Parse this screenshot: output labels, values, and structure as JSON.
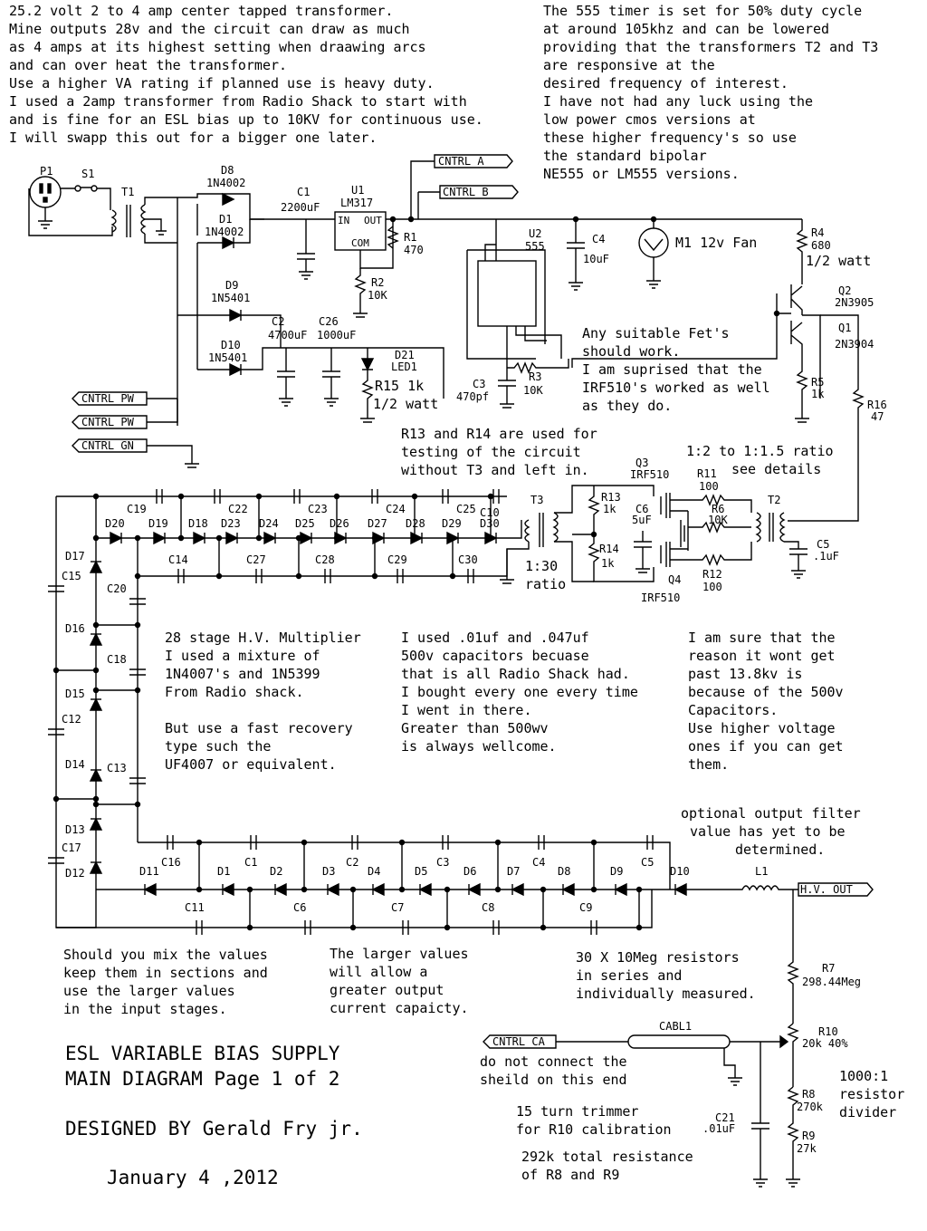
{
  "notes": {
    "transformer": [
      "25.2 volt 2 to 4 amp center tapped transformer.",
      "Mine outputs 28v and the circuit can draw as much",
      "as 4 amps at its highest setting when draawing arcs",
      "and can over heat the transformer.",
      "Use a higher VA rating if planned use is heavy duty.",
      "I used a 2amp transformer from Radio Shack to start with",
      "and is fine for an ESL bias up to 10KV for continuous use.",
      "I will swapp this out for a bigger one later."
    ],
    "timer": [
      "The 555 timer is set for 50% duty cycle",
      "at around 105khz and can be lowered",
      "providing that the transformers T2 and T3",
      "are responsive at the",
      "desired frequency of interest.",
      "I have not had any luck using the",
      "low power cmos versions at",
      "these higher frequency's so use",
      "the standard bipolar",
      "NE555 or LM555 versions."
    ],
    "fets": [
      "Any suitable Fet's",
      "should work.",
      "I am suprised that the",
      "IRF510's worked as well",
      "as they do."
    ],
    "testing": [
      "R13 and R14 are used for",
      "testing of the circuit",
      "without T3 and left in."
    ],
    "ratio_t2": [
      "1:2 to 1:1.5 ratio",
      "see details"
    ],
    "ratio_t3": [
      "1:30",
      "ratio"
    ],
    "multiplier": [
      "28 stage H.V. Multiplier",
      "I used a mixture of",
      "1N4007's and 1N5399",
      "From Radio shack.",
      "",
      "But use a fast recovery",
      "type such the",
      "UF4007 or equivalent."
    ],
    "capacitors": [
      "I used .01uf and .047uf",
      "500v capacitors becuase",
      "that is all Radio Shack had.",
      "I bought every one every time",
      "I went in there.",
      "Greater than 500wv",
      "is always wellcome."
    ],
    "voltage": [
      "I am sure that the",
      "reason it wont get",
      "past 13.8kv is",
      "because of the 500v",
      "Capacitors.",
      "Use higher voltage",
      "ones if you can get",
      "them."
    ],
    "filter": [
      "optional output filter",
      "value has yet to be",
      "determined."
    ],
    "mix": [
      "Should you mix the values",
      "keep them in sections and",
      "use the larger values",
      "in the input stages."
    ],
    "larger": [
      "The larger values",
      "will allow a",
      "greater output",
      "current capaicty."
    ],
    "resistors": [
      "30 X 10Meg resistors",
      "in series and",
      "individually measured."
    ],
    "shield": [
      "do not connect the",
      "sheild on this end"
    ],
    "trimmer": [
      "15 turn trimmer",
      "for R10 calibration"
    ],
    "total": [
      "292k total resistance",
      "of R8 and R9"
    ],
    "divider": [
      "1000:1",
      "resistor",
      "divider"
    ]
  },
  "title": {
    "line1": "ESL VARIABLE BIAS SUPPLY",
    "line2": "MAIN DIAGRAM Page 1 of 2",
    "designer": "DESIGNED BY Gerald Fry jr.",
    "date": "January 4 ,2012"
  },
  "connectors": {
    "cntrl_a": "CNTRL A",
    "cntrl_b": "CNTRL B",
    "cntrl_pw1": "CNTRL PW",
    "cntrl_pw2": "CNTRL PW",
    "cntrl_gn": "CNTRL GN",
    "cntrl_ca": "CNTRL CA",
    "hv_out": "H.V. OUT"
  },
  "labels": {
    "p1": "P1",
    "s1": "S1",
    "t1": "T1",
    "d8": "D8",
    "d8v": "1N4002",
    "d1": "D1",
    "d1v": "1N4002",
    "d9": "D9",
    "d9v": "1N5401",
    "d10": "D10",
    "d10v": "1N5401",
    "c1": "C1",
    "c1v": "2200uF",
    "u1": "U1",
    "u1v": "LM317",
    "u1in": "IN",
    "u1out": "OUT",
    "u1com": "COM",
    "r1": "R1",
    "r1v": "470",
    "r2": "R2",
    "r2v": "10K",
    "c2": "C2",
    "c2v": "4700uF",
    "c26": "C26",
    "c26v": "1000uF",
    "d21": "D21",
    "d21v": "LED1",
    "r15": "R15 1k",
    "r15w": "1/2 watt",
    "u2": "U2",
    "u2v": "555",
    "c4": "C4",
    "c4v": "10uF",
    "c3": "C3",
    "c3v": "470pf",
    "r3": "R3",
    "r3v": "10K",
    "m1": "M1 12v Fan",
    "r4": "R4",
    "r4v": "680",
    "r4w": "1/2 watt",
    "q2": "Q2",
    "q2v": "2N3905",
    "q1": "Q1",
    "q1v": "2N3904",
    "r5": "R5",
    "r5v": "1k",
    "r16": "R16",
    "r16v": "47",
    "q3": "Q3",
    "q3v": "IRF510",
    "q4": "Q4",
    "q4v": "IRF510",
    "r11": "R11",
    "r11v": "100",
    "r6": "R6",
    "r6v": "10K",
    "r12": "R12",
    "r12v": "100",
    "c6": "C6",
    "c6v": "5uF",
    "r13": "R13",
    "r13v": "1k",
    "r14": "R14",
    "r14v": "1k",
    "t2": "T2",
    "t3": "T3",
    "c5": "C5",
    "c5v": ".1uF",
    "c10": "C10",
    "l1": "L1",
    "r7": "R7",
    "r7v": "298.44Meg",
    "r10": "R10",
    "r10v": "20k 40%",
    "r8": "R8",
    "r8v": "270k",
    "r9": "R9",
    "r9v": "27k",
    "c21": "C21",
    "c21v": ".01uF",
    "cabl1": "CABL1"
  },
  "upper_diodes": [
    "D20",
    "D19",
    "D18",
    "D23",
    "D24",
    "D25",
    "D26",
    "D27",
    "D28",
    "D29",
    "D30"
  ],
  "upper_caps_top": [
    "C19",
    "C22",
    "C23",
    "C24",
    "C25"
  ],
  "upper_caps_bot": [
    "C14",
    "C27",
    "C28",
    "C29",
    "C30"
  ],
  "lower_diodes": [
    "D11",
    "D1",
    "D2",
    "D3",
    "D4",
    "D5",
    "D6",
    "D7",
    "D8",
    "D9",
    "D10"
  ],
  "lower_caps_top": [
    "C16",
    "C1",
    "C2",
    "C3",
    "C4",
    "C5"
  ],
  "lower_caps_bot": [
    "C11",
    "C6",
    "C7",
    "C8",
    "C9"
  ],
  "left_diodes": [
    "D17",
    "D16",
    "D15",
    "D14",
    "D13",
    "D12"
  ],
  "left_caps_outer": [
    "C15",
    "C12",
    "C17"
  ],
  "left_caps_inner": [
    "C20",
    "C18",
    "C13"
  ]
}
